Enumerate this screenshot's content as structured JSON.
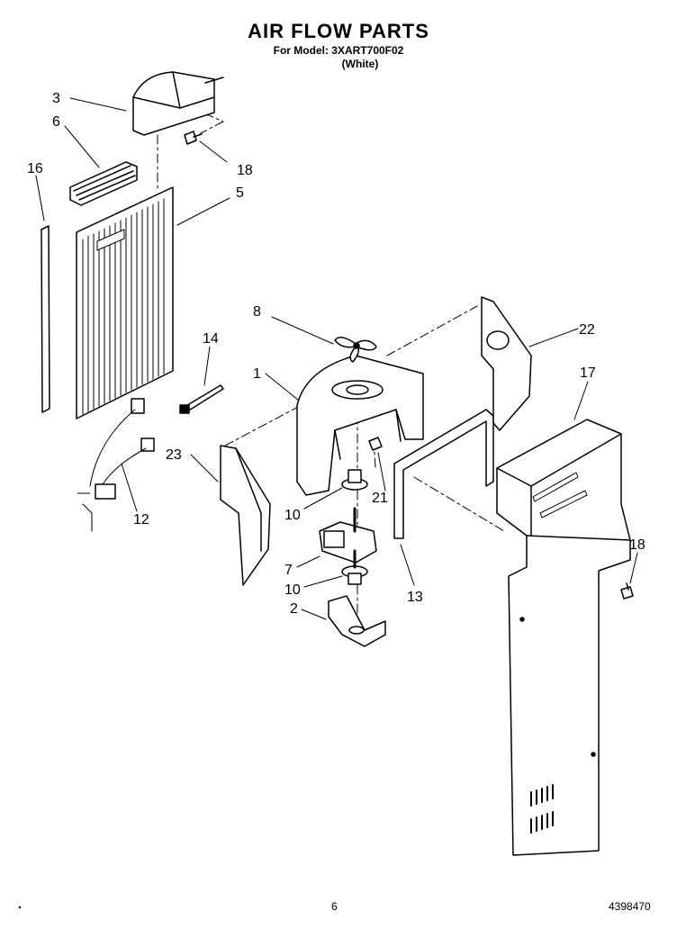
{
  "title": "AIR FLOW PARTS",
  "model_line": "For Model: 3XART700F02",
  "color_line": "(White)",
  "footer": {
    "page": "6",
    "doc_number": "4398470"
  },
  "callouts": {
    "c1": "1",
    "c2": "2",
    "c3": "3",
    "c5": "5",
    "c6": "6",
    "c7": "7",
    "c8": "8",
    "c10a": "10",
    "c10b": "10",
    "c12": "12",
    "c13": "13",
    "c14": "14",
    "c16": "16",
    "c17": "17",
    "c18a": "18",
    "c18b": "18",
    "c21": "21",
    "c22": "22",
    "c23": "23"
  }
}
